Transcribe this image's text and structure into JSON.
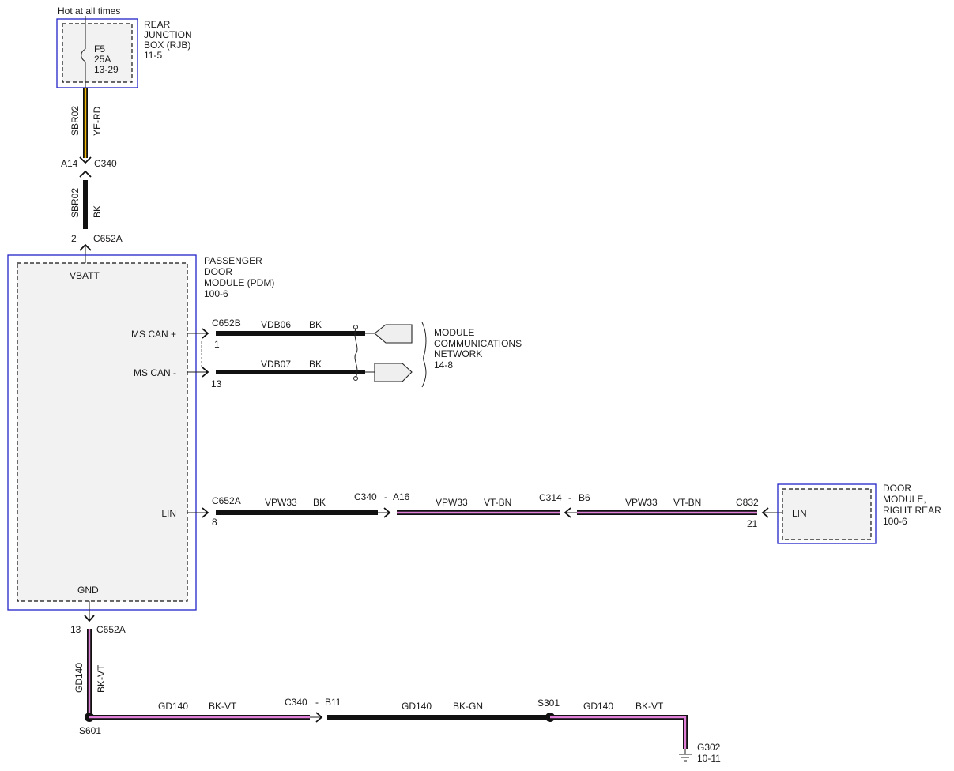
{
  "colors": {
    "module_border": "#2323c8",
    "wire_yellow": "#f0b800",
    "wire_violet": "#e080d8",
    "wire_black": "#111111"
  },
  "top_note": "Hot at all times",
  "rjb": {
    "title": [
      "REAR",
      "JUNCTION",
      "BOX (RJB)",
      "11-5"
    ],
    "fuse": [
      "F5",
      "25A",
      "13-29"
    ]
  },
  "wire_rjb": {
    "circuit": "SBR02",
    "color": "YE-RD"
  },
  "c340_top": {
    "pin": "A14",
    "name": "C340"
  },
  "wire_vbatt": {
    "circuit": "SBR02",
    "color": "BK"
  },
  "c652a_top": {
    "pin": "2",
    "name": "C652A"
  },
  "pdm": {
    "title": [
      "PASSENGER",
      "DOOR",
      "MODULE (PDM)",
      "100-6"
    ],
    "vbatt": "VBATT",
    "ms_can_plus": "MS CAN +",
    "ms_can_minus": "MS CAN -",
    "lin": "LIN",
    "gnd": "GND"
  },
  "can_plus": {
    "connector": "C652B",
    "pin": "1",
    "circuit": "VDB06",
    "color": "BK"
  },
  "can_minus": {
    "pin": "13",
    "circuit": "VDB07",
    "color": "BK"
  },
  "network": [
    "MODULE",
    "COMMUNICATIONS",
    "NETWORK",
    "14-8"
  ],
  "lin_wire": {
    "connector": "C652A",
    "pin": "8",
    "seg1": {
      "circuit": "VPW33",
      "color": "BK"
    },
    "c340": "C340",
    "c340_dash": "-",
    "c340_pin": "A16",
    "seg2": {
      "circuit": "VPW33",
      "color": "VT-BN"
    },
    "c314": "C314",
    "c314_dash": "-",
    "c314_pin": "B6",
    "seg3": {
      "circuit": "VPW33",
      "color": "VT-BN"
    },
    "c832": "C832",
    "c832_pin": "21"
  },
  "door_module": {
    "lin": "LIN",
    "title": [
      "DOOR",
      "MODULE,",
      "RIGHT REAR",
      "100-6"
    ]
  },
  "gnd_wire": {
    "pin": "13",
    "connector": "C652A",
    "circuit": "GD140",
    "color": "BK-VT",
    "splice": "S601",
    "seg1": {
      "circuit": "GD140",
      "color": "BK-VT"
    },
    "c340": "C340",
    "c340_dash": "-",
    "c340_pin": "B11",
    "seg2": {
      "circuit": "GD140",
      "color": "BK-GN"
    },
    "splice2": "S301",
    "seg3": {
      "circuit": "GD140",
      "color": "BK-VT"
    },
    "ground": "G302",
    "ground_ref": "10-11"
  }
}
